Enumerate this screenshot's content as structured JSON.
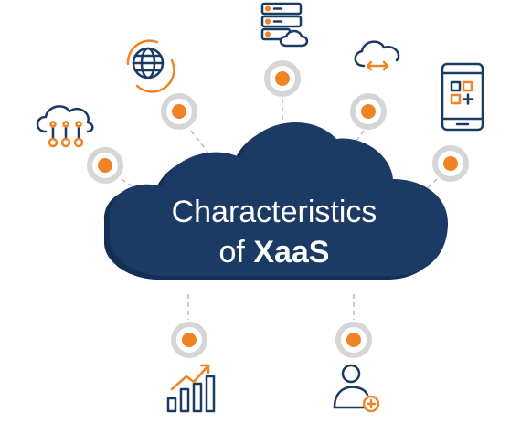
{
  "title": {
    "line1": "Characteristics",
    "line2_prefix": "of ",
    "line2_emphasis": "XaaS"
  },
  "colors": {
    "cloud": "#1b3a64",
    "accent": "#f08425",
    "ring": "#d6d6d6",
    "connector": "#bfbfbf",
    "icon_outline": "#1b3a64"
  },
  "nodes": [
    {
      "icon": "cloud-network-icon"
    },
    {
      "icon": "globe-icon"
    },
    {
      "icon": "server-cloud-icon"
    },
    {
      "icon": "cloud-transfer-icon"
    },
    {
      "icon": "mobile-apps-icon"
    },
    {
      "icon": "growth-chart-icon"
    },
    {
      "icon": "add-user-icon"
    }
  ]
}
